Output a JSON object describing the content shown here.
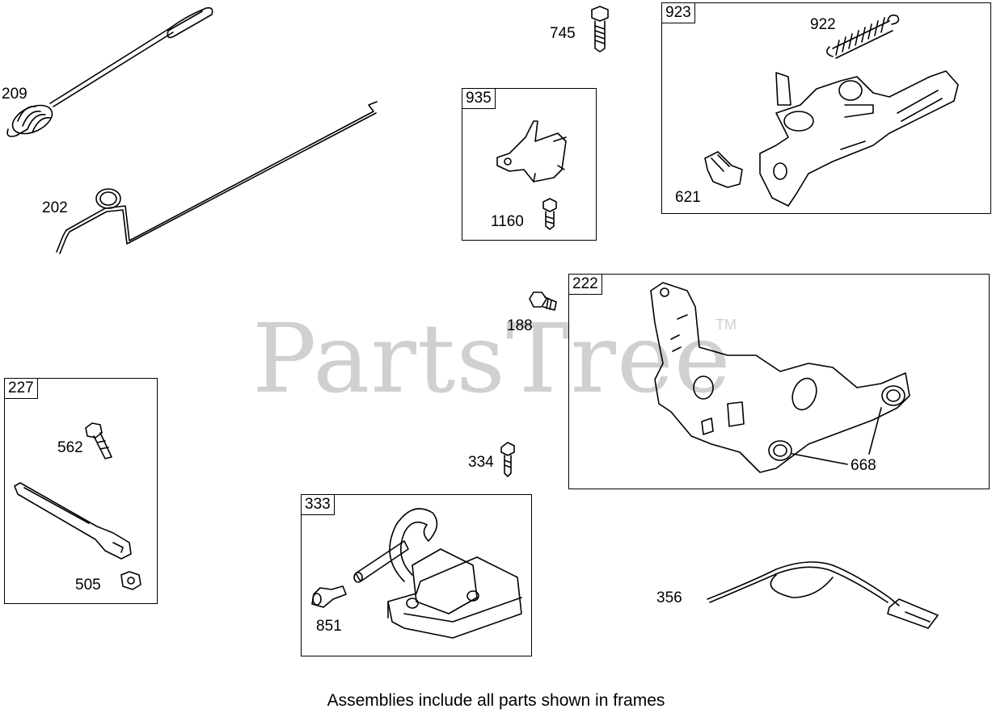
{
  "watermark": {
    "brand": "PartsTree",
    "trademark": "TM"
  },
  "frames": {
    "f923": "923",
    "f935": "935",
    "f222": "222",
    "f227": "227",
    "f333": "333"
  },
  "labels": {
    "p209": "209",
    "p202": "202",
    "p745": "745",
    "p922": "922",
    "p621": "621",
    "p1160": "1160",
    "p188": "188",
    "p668": "668",
    "p562": "562",
    "p505": "505",
    "p334": "334",
    "p851": "851",
    "p356": "356"
  },
  "caption": "Assemblies include all parts shown in frames"
}
